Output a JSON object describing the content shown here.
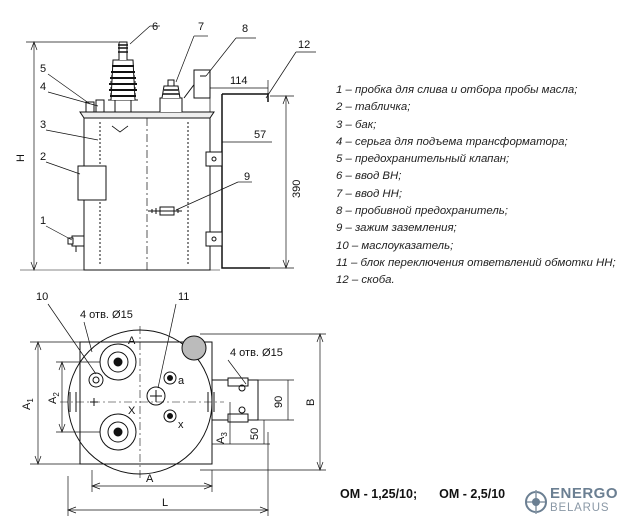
{
  "top_view": {
    "callouts": [
      "1",
      "2",
      "3",
      "4",
      "5",
      "6",
      "7",
      "8",
      "9",
      "12"
    ],
    "dims": {
      "h": "H",
      "w114": "114",
      "w57": "57",
      "h390": "390"
    }
  },
  "bottom_view": {
    "callouts": [
      "10",
      "11"
    ],
    "holes_left": "4 отв. Ø15",
    "holes_right": "4 отв. Ø15",
    "letters": {
      "A_top": "A",
      "X": "X",
      "a": "a",
      "x": "x"
    },
    "dims": {
      "A1": "A",
      "A1_sub": "1",
      "A2": "A",
      "A2_sub": "2",
      "A3": "A",
      "A3_sub": "3",
      "A": "A",
      "L": "L",
      "B": "B",
      "d90": "90",
      "d50": "50"
    }
  },
  "legend": [
    "1 – пробка для слива и отбора пробы масла;",
    "2 – табличка;",
    "3 – бак;",
    "4 – серьга для подъема трансформатора;",
    "5 – предохранительный клапан;",
    "6 – ввод ВН;",
    "7 – ввод НН;",
    "8 – пробивной предохранитель;",
    "9 – зажим заземления;",
    "10 – маслоуказатель;",
    "11 – блок переключения ответвлений обмотки НН;",
    "12 – скоба."
  ],
  "models": [
    "ОМ - 1,25/10;",
    "ОМ - 2,5/10"
  ],
  "logo": {
    "line1": "ENERGO",
    "line2": "BELARUS",
    "color": "#6b7f92"
  }
}
